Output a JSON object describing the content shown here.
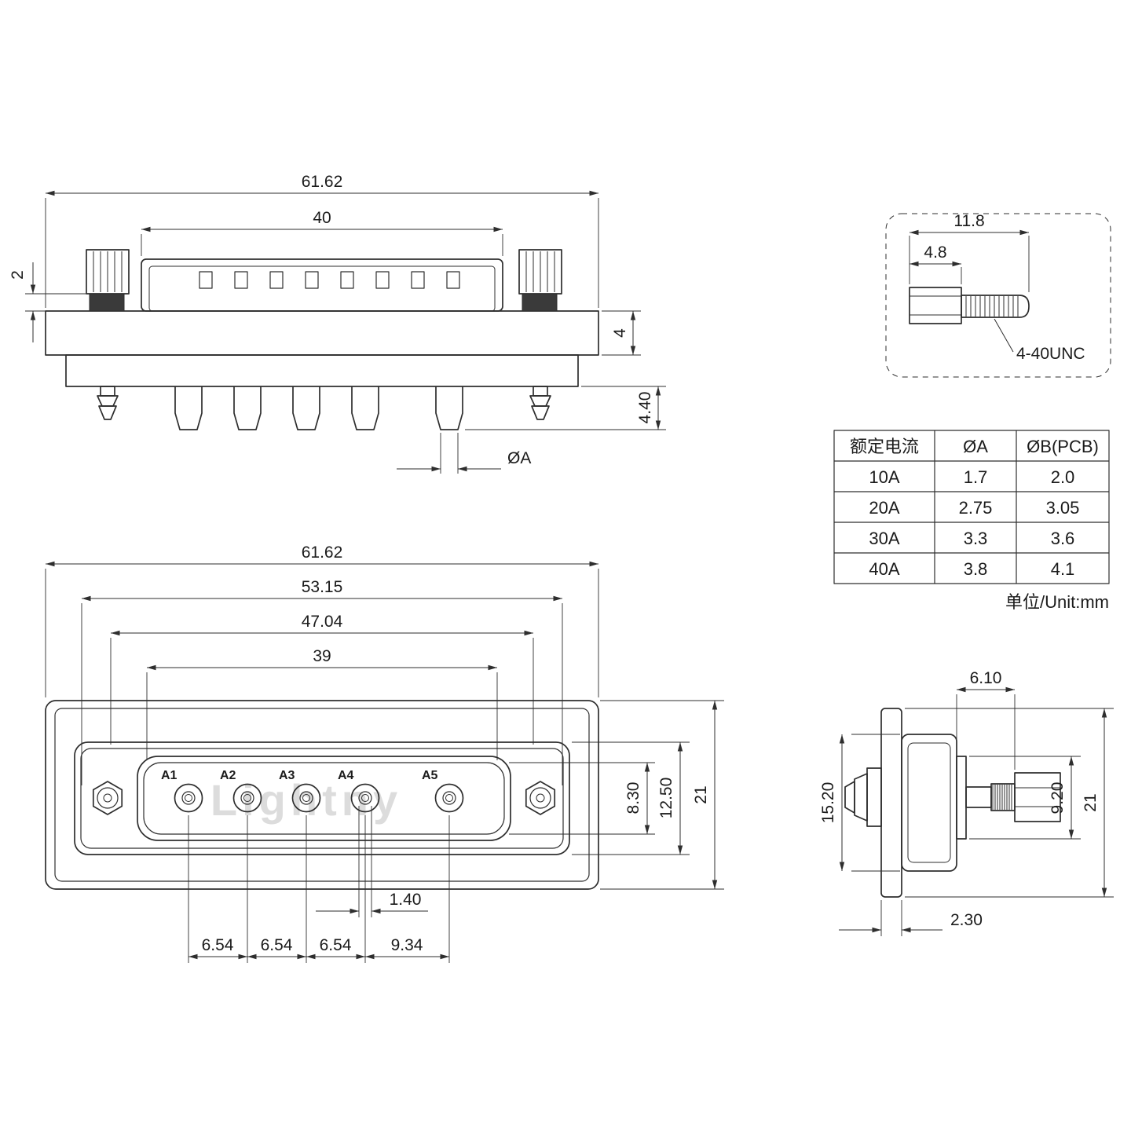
{
  "top_view": {
    "dim_overall": "61.62",
    "dim_shell_width": "40",
    "dim_washer": "2",
    "dim_flange_thickness": "4",
    "dim_pin_protrusion": "4.40",
    "dim_pin_dia": "ØA"
  },
  "screw_detail": {
    "dim_total_length": "11.8",
    "dim_head_length": "4.8",
    "thread_spec": "4-40UNC"
  },
  "spec_table": {
    "headers": [
      "额定电流",
      "ØA",
      "ØB(PCB)"
    ],
    "rows": [
      [
        "10A",
        "1.7",
        "2.0"
      ],
      [
        "20A",
        "2.75",
        "3.05"
      ],
      [
        "30A",
        "3.3",
        "3.6"
      ],
      [
        "40A",
        "3.8",
        "4.1"
      ]
    ],
    "unit_note": "单位/Unit:mm"
  },
  "front_view": {
    "dim_overall": "61.62",
    "dim_mount_span": "53.15",
    "dim_shell_width": "47.04",
    "dim_window_width": "39",
    "dim_shell_height": "8.30",
    "dim_plate_height": "12.50",
    "dim_total_height": "21",
    "dim_pin_hole": "1.40",
    "pitch_dims": [
      "6.54",
      "6.54",
      "6.54",
      "9.34"
    ],
    "pin_labels": [
      "A1",
      "A2",
      "A3",
      "A4",
      "A5"
    ],
    "watermark": "Lightny"
  },
  "side_view": {
    "dim_stud_length": "6.10",
    "dim_body_height": "15.20",
    "dim_washer_dia": "9.20",
    "dim_total_height": "21",
    "dim_flange_thickness": "2.30"
  }
}
